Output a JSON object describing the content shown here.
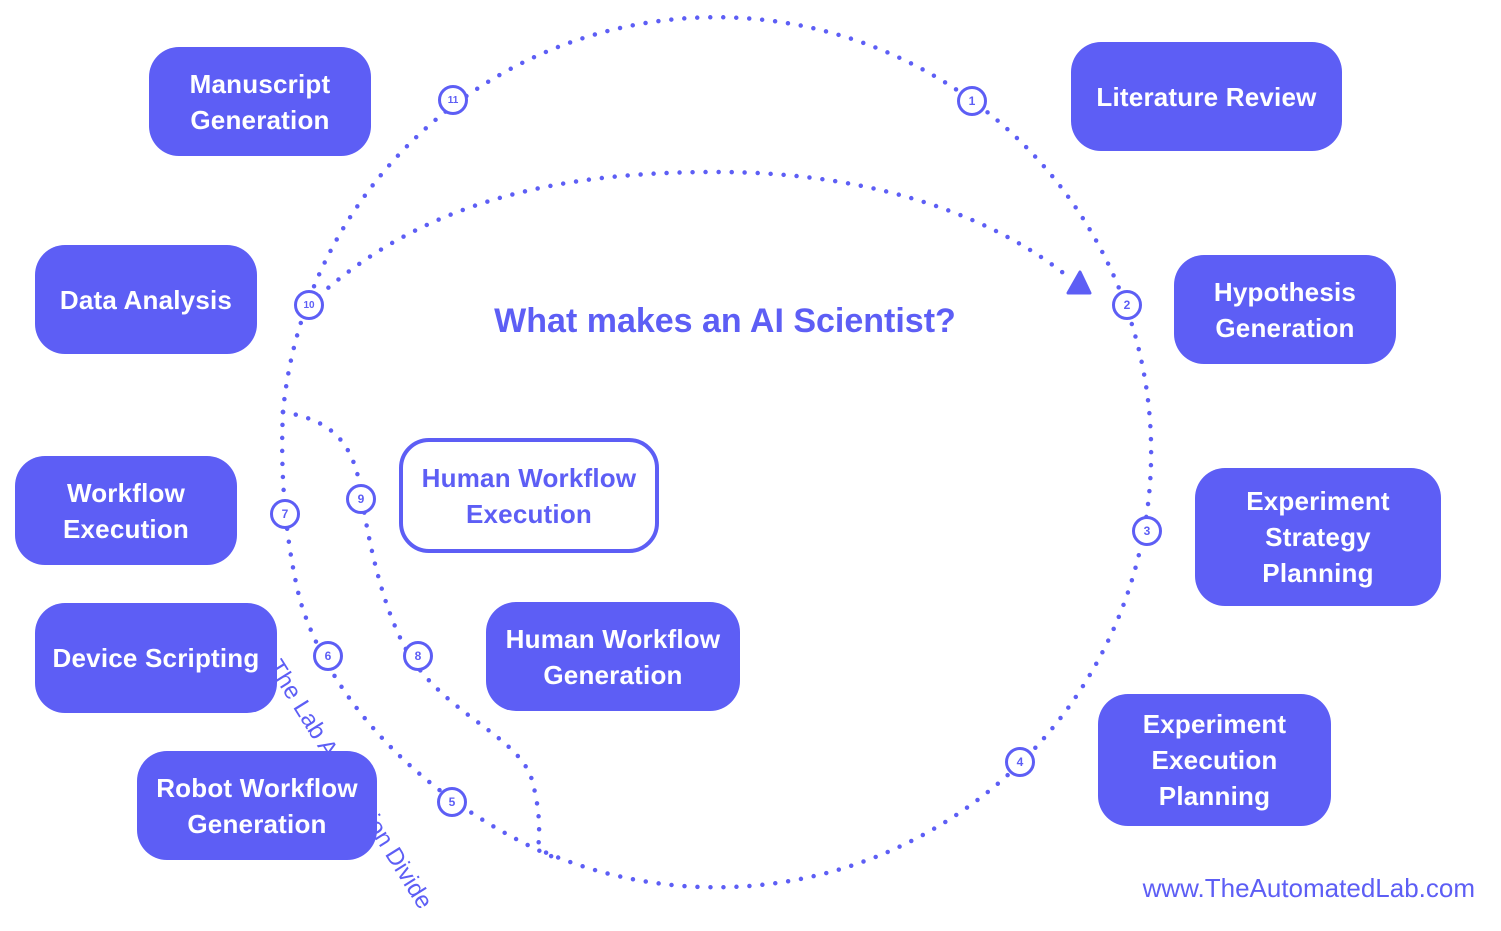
{
  "title": "What makes an AI Scientist?",
  "url": "www.TheAutomatedLab.com",
  "divide_label": "The Lab Automation Divide",
  "accent_color": "#5d5ef5",
  "steps": [
    {
      "n": "1",
      "label": "Literature Review"
    },
    {
      "n": "2",
      "label": "Hypothesis\nGeneration"
    },
    {
      "n": "3",
      "label": "Experiment\nStrategy\nPlanning"
    },
    {
      "n": "4",
      "label": "Experiment\nExecution\nPlanning"
    },
    {
      "n": "5",
      "label": "Robot Workflow\nGeneration"
    },
    {
      "n": "6",
      "label": "Device Scripting"
    },
    {
      "n": "7",
      "label": "Workflow\nExecution"
    },
    {
      "n": "8",
      "label": "Human Workflow\nGeneration"
    },
    {
      "n": "9",
      "label": "Human Workflow\nExecution"
    },
    {
      "n": "10",
      "label": "Data Analysis"
    },
    {
      "n": "11",
      "label": "Manuscript\nGeneration"
    }
  ]
}
